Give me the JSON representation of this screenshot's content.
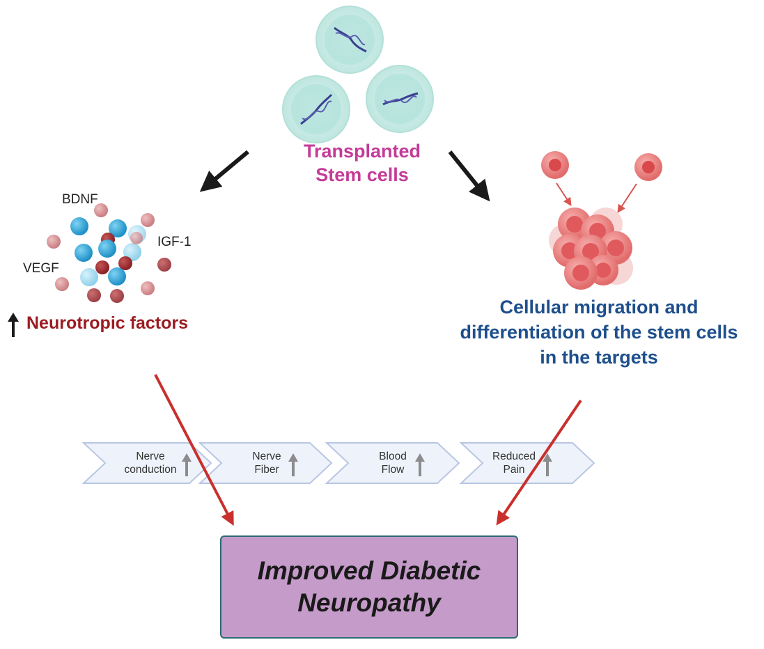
{
  "stem_cells": {
    "title_line1": "Transplanted",
    "title_line2": "Stem cells"
  },
  "neurotropic": {
    "factors": [
      "BDNF",
      "IGF-1",
      "VEGF"
    ],
    "title": "Neurotropic factors",
    "arrow_icon": "up-arrow-icon"
  },
  "migration": {
    "title_lines": [
      "Cellular migration and",
      "differentiation of the stem cells",
      "in the targets"
    ]
  },
  "effects": [
    {
      "line1": "Nerve",
      "line2": "conduction",
      "icon": "up-arrow-icon"
    },
    {
      "line1": "Nerve",
      "line2": "Fiber",
      "icon": "up-arrow-icon"
    },
    {
      "line1": "Blood",
      "line2": "Flow",
      "icon": "up-arrow-icon"
    },
    {
      "line1": "Reduced",
      "line2": "Pain",
      "icon": "up-arrow-icon"
    }
  ],
  "outcome": {
    "line1": "Improved Diabetic",
    "line2": "Neuropathy"
  },
  "colors": {
    "stem_title": "#c43b98",
    "neuro_title": "#9b1c22",
    "migration_title": "#1e4f8c",
    "outcome_fill": "#c59bc9",
    "outcome_border": "#2a6b73",
    "red_arrow": "#c9302c",
    "black_arrow": "#1a1a1a",
    "cell_fill": "#cdeeea",
    "cell_nucleus": "#a7ddd6",
    "pink_cell": "#ef8a8a"
  }
}
